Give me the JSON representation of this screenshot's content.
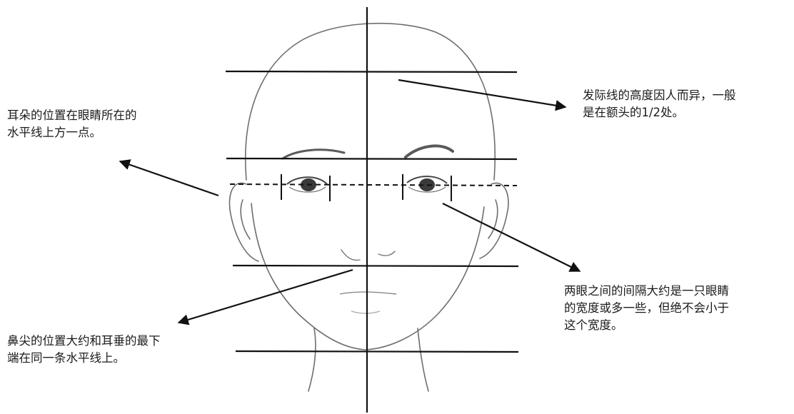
{
  "annotations": {
    "hairline": {
      "lines": [
        "发际线的高度因人而异，一般",
        "是在额头的1/2处。"
      ]
    },
    "ear": {
      "lines": [
        "耳朵的位置在眼睛所在的",
        "水平线上方一点。"
      ]
    },
    "eye_gap": {
      "lines": [
        "两眼之间的间隔大约是一只眼睛",
        "的宽度或多一些，但绝不会小于",
        "这个宽度。"
      ]
    },
    "nose": {
      "lines": [
        "鼻尖的位置大约和耳垂的最下",
        "端在同一条水平线上。"
      ]
    }
  },
  "colors": {
    "ink": "#111111",
    "sketch": "#6e6e6e",
    "text": "#1a1a1a",
    "background": "#ffffff"
  }
}
